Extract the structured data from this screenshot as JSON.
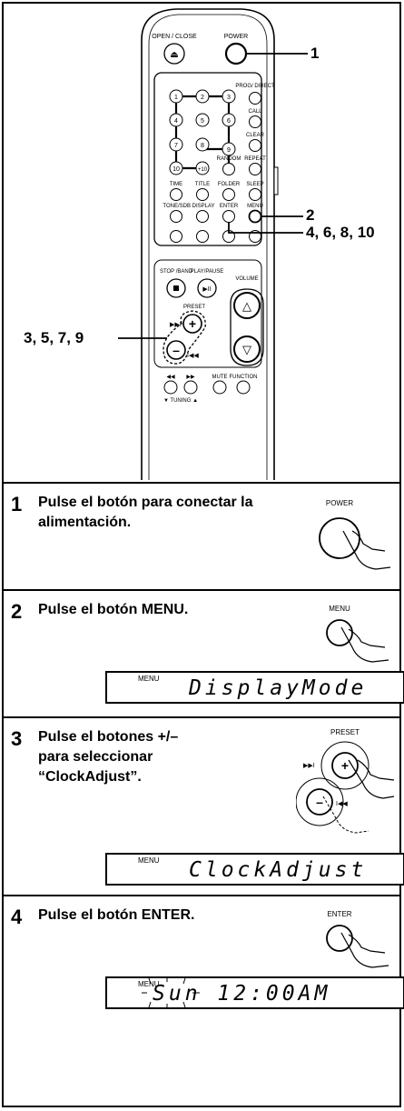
{
  "remote": {
    "labels": {
      "open_close": "OPEN / CLOSE",
      "power": "POWER",
      "prog_direct": "PROG/ DIRECT",
      "call": "CALL",
      "clear": "CLEAR",
      "random": "RANDOM",
      "repeat": "REPEAT",
      "time": "TIME",
      "title": "TITLE",
      "folder": "FOLDER",
      "sleep": "SLEEP",
      "tone_display": "TONE/SDB DISPLAY",
      "enter": "ENTER",
      "menu": "MENU",
      "stop_band": "STOP /BAND",
      "play_pause": "PLAY/PAUSE",
      "volume": "VOLUME",
      "preset": "PRESET",
      "mute": "MUTE",
      "function": "FUNCTION",
      "tuning": "▼ TUNING ▲"
    },
    "numbers": [
      "1",
      "2",
      "3",
      "4",
      "5",
      "6",
      "7",
      "8",
      "9",
      "10",
      "+10"
    ],
    "callouts": {
      "c1": "1",
      "c2": "2",
      "c3": "4, 6, 8, 10",
      "c4": "3, 5, 7, 9"
    }
  },
  "steps": [
    {
      "num": "1",
      "text": "Pulse el botón para conectar la alimentación.",
      "button_label": "POWER"
    },
    {
      "num": "2",
      "text": "Pulse el botón MENU.",
      "button_label": "MENU",
      "display_menu": "MENU",
      "display_text": "DisplayMode"
    },
    {
      "num": "3",
      "text": "Pulse el botones +/– para seleccionar “ClockAdjust”.",
      "button_label": "PRESET",
      "display_menu": "MENU",
      "display_text": "ClockAdjust"
    },
    {
      "num": "4",
      "text": "Pulse el botón ENTER.",
      "button_label": "ENTER",
      "display_menu": "MENU",
      "display_text": "Sun 12:00AM"
    }
  ]
}
